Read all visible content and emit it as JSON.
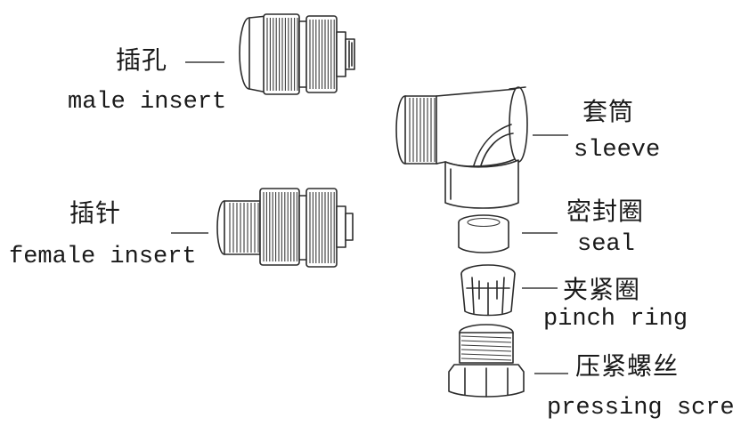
{
  "parts": [
    {
      "id": "male",
      "zh": "插孔",
      "en": "male insert"
    },
    {
      "id": "female",
      "zh": "插针",
      "en": "female insert"
    },
    {
      "id": "sleeve",
      "zh": "套筒",
      "en": "sleeve"
    },
    {
      "id": "seal",
      "zh": "密封圈",
      "en": "seal"
    },
    {
      "id": "pinch",
      "zh": "夹紧圈",
      "en": "pinch ring"
    },
    {
      "id": "screw",
      "zh": "压紧螺丝",
      "en": "pressing screw"
    }
  ]
}
